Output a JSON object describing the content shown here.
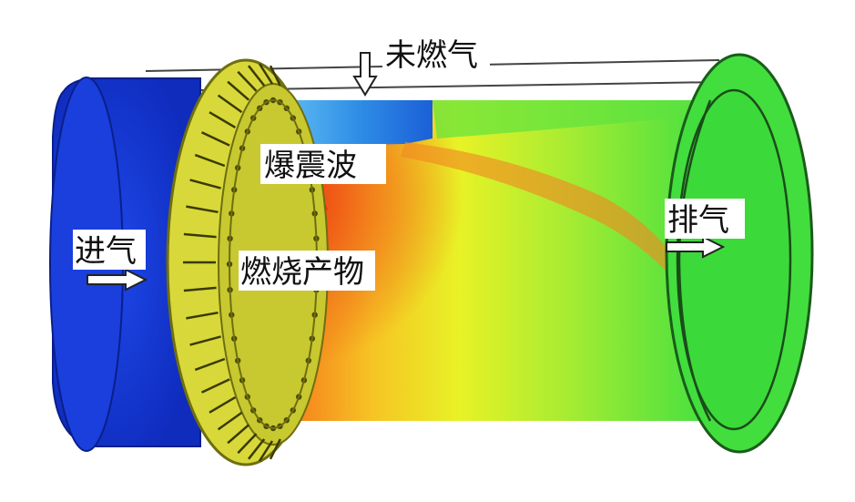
{
  "labels": {
    "unburned_gas": "未燃气",
    "detonation_wave": "爆震波",
    "combustion_products": "燃烧产物",
    "intake": "进气",
    "exhaust": "排气"
  },
  "colors": {
    "inlet_blue": "#1436d6",
    "unburned_cyan": "#3aa6ee",
    "detonation_red": "#ee2a10",
    "products_orange": "#f58a1c",
    "mid_yellow": "#f2ee22",
    "exhaust_green": "#3fe040",
    "injector_yellow": "#d6d63a"
  }
}
